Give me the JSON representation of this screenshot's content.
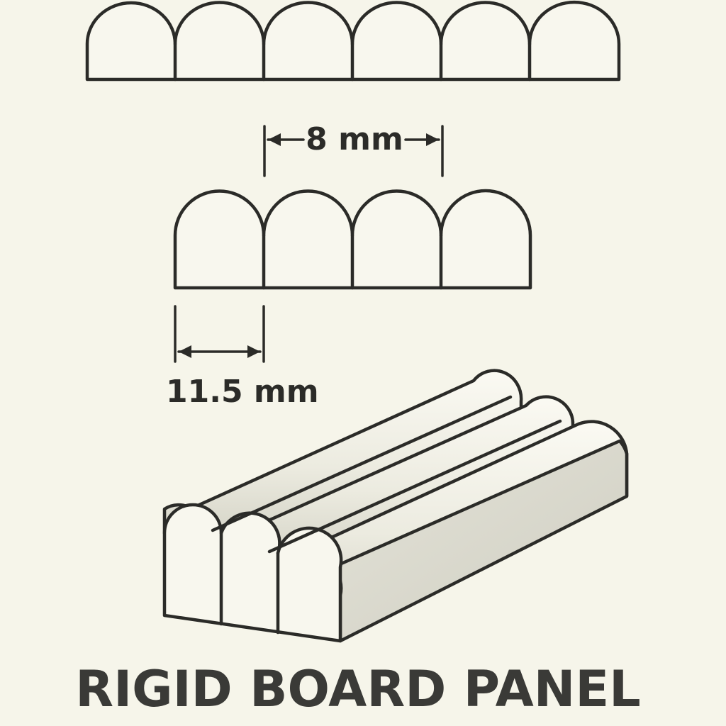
{
  "diagram": {
    "dimension_top": "8 mm",
    "dimension_bottom": "11.5 mm",
    "title": "RIGID BOARD PANEL",
    "colors": {
      "background": "#f6f5ea",
      "stroke": "#2b2b28",
      "shade": "#d9d8cc",
      "highlight": "#fbfaf3"
    }
  }
}
